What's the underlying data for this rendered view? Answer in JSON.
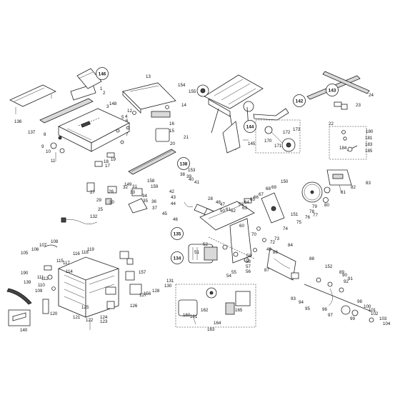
{
  "diagram": {
    "part_numbers": [
      "1",
      "2",
      "3",
      "4",
      "5",
      "6",
      "7",
      "8",
      "9",
      "10",
      "11",
      "12",
      "13",
      "14",
      "15",
      "16",
      "17",
      "18",
      "19",
      "20",
      "21",
      "22",
      "23",
      "24",
      "25",
      "26",
      "27",
      "28",
      "29",
      "30",
      "31",
      "32",
      "33",
      "34",
      "35",
      "36",
      "37",
      "38",
      "39",
      "40",
      "41",
      "42",
      "43",
      "44",
      "45",
      "46",
      "47",
      "48",
      "49",
      "50",
      "51",
      "52",
      "53",
      "54",
      "55",
      "56",
      "57",
      "58",
      "59",
      "60",
      "61",
      "62",
      "63",
      "64",
      "65",
      "66",
      "67",
      "68",
      "69",
      "70",
      "72",
      "73",
      "74",
      "75",
      "76",
      "77",
      "78",
      "79",
      "80",
      "81",
      "82",
      "83",
      "84",
      "86",
      "87",
      "88",
      "89",
      "90",
      "91",
      "92",
      "93",
      "94",
      "95",
      "96",
      "97",
      "98",
      "99",
      "100",
      "101",
      "102",
      "103",
      "104",
      "105",
      "106",
      "107",
      "108",
      "109",
      "110",
      "111",
      "112",
      "114",
      "115",
      "116",
      "117",
      "118",
      "119",
      "120",
      "121",
      "122",
      "123",
      "124",
      "125",
      "126",
      "127",
      "128",
      "130",
      "131",
      "132",
      "136",
      "137",
      "139",
      "140",
      "145",
      "148",
      "149",
      "150",
      "151",
      "152",
      "153",
      "154",
      "155",
      "156",
      "157",
      "158",
      "159",
      "160",
      "161",
      "162",
      "163",
      "164",
      "165",
      "170",
      "171",
      "172",
      "173",
      "180",
      "181",
      "183",
      "184",
      "185",
      "190"
    ],
    "callouts": [
      "146",
      "143",
      "142",
      "144",
      "138",
      "135",
      "134"
    ]
  }
}
